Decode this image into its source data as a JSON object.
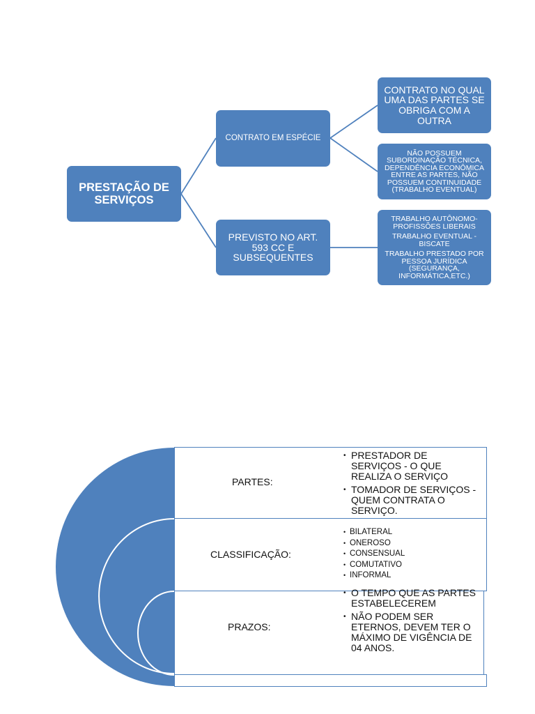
{
  "diagram1": {
    "root": "PRESTAÇÃO DE SERVIÇOS",
    "branch_a": "CONTRATO EM ESPÉCIE",
    "branch_b": "PREVISTO NO ART. 593 CC E SUBSEQUENTES",
    "leaf_a1": "CONTRATO NO QUAL UMA DAS PARTES SE OBRIGA COM A OUTRA",
    "leaf_a2": "NÃO POSSUEM SUBORDINAÇÃO TÉCNICA, DEPENDÊNCIA ECONÔMICA ENTRE AS PARTES, NÃO POSSUEM CONTINUIDADE (TRABALHO EVENTUAL)",
    "leaf_b1": {
      "line1": "TRABALHO AUTÔNOMO- PROFISSÕES LIBERAIS",
      "line2": "TRABALHO EVENTUAL - BISCATE",
      "line3": "TRABALHO PRESTADO POR PESSOA JURÍDICA (SEGURANÇA, INFORMÁTICA,ETC.)"
    },
    "color": "#4f81bd"
  },
  "diagram2": {
    "rows": [
      {
        "label": "PARTES:",
        "bullets": [
          "PRESTADOR DE SERVIÇOS - O QUE REALIZA O SERVIÇO",
          "TOMADOR DE SERVIÇOS - QUEM CONTRATA O SERVIÇO."
        ]
      },
      {
        "label": "CLASSIFICAÇÃO:",
        "bullets": [
          "BILATERAL",
          "ONEROSO",
          "CONSENSUAL",
          "COMUTATIVO",
          "INFORMAL"
        ]
      },
      {
        "label": "PRAZOS:",
        "bullets": [
          "O TEMPO QUE AS PARTES ESTABELECEREM",
          "NÃO PODEM SER ETERNOS, DEVEM TER O MÁXIMO DE VIGÊNCIA DE 04 ANOS."
        ]
      }
    ],
    "color": "#4f81bd"
  }
}
